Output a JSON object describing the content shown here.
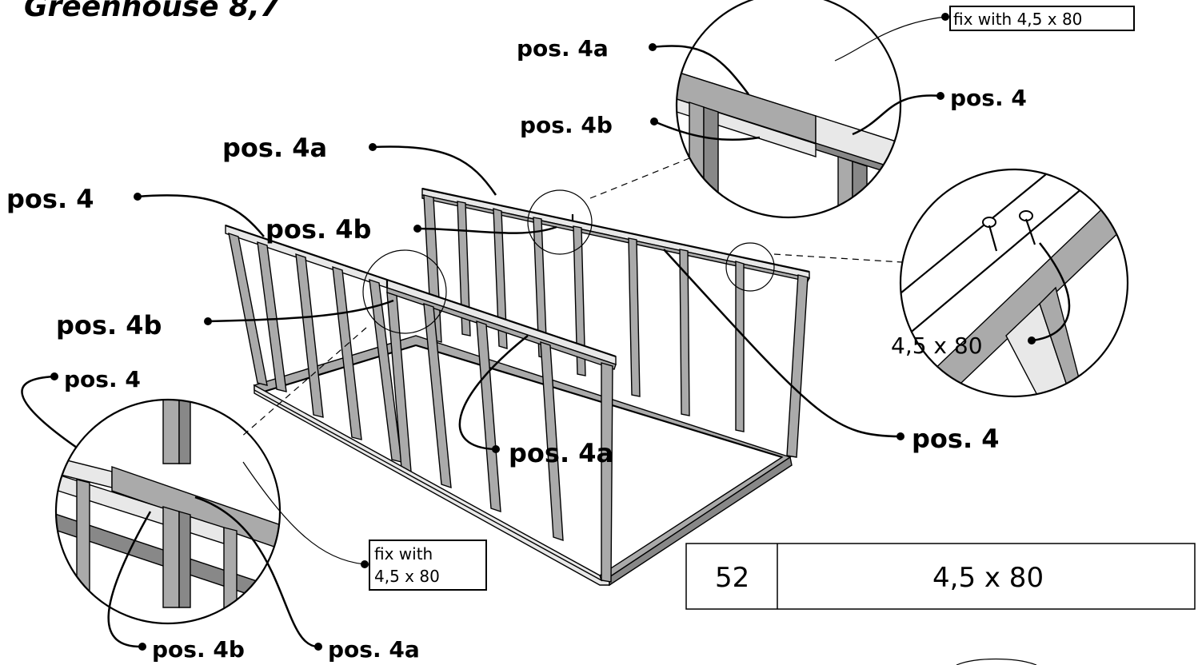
{
  "title": "Greenhouse 8,7",
  "labels": {
    "pos4a_top_detail": "pos. 4a",
    "pos4b_top_detail": "pos. 4b",
    "pos4_top_detail": "pos. 4",
    "pos4a_main": "pos. 4a",
    "pos4_main_left": "pos. 4",
    "pos4b_main_back": "pos. 4b",
    "pos4b_main_front": "pos. 4b",
    "pos4_left_detail": "pos. 4",
    "pos4a_main_center": "pos. 4a",
    "pos4_main_right": "pos. 4",
    "pos4b_bottom_detail": "pos. 4b",
    "pos4a_bottom_detail": "pos. 4a"
  },
  "notes": {
    "fix_top": "fix with 4,5 x 80",
    "fix_bottom_line1": "fix with",
    "fix_bottom_line2": "4,5 x 80",
    "screw_dim": "4,5 x 80"
  },
  "parts_table": {
    "quantity": "52",
    "screw_size": "4,5 x 80"
  }
}
